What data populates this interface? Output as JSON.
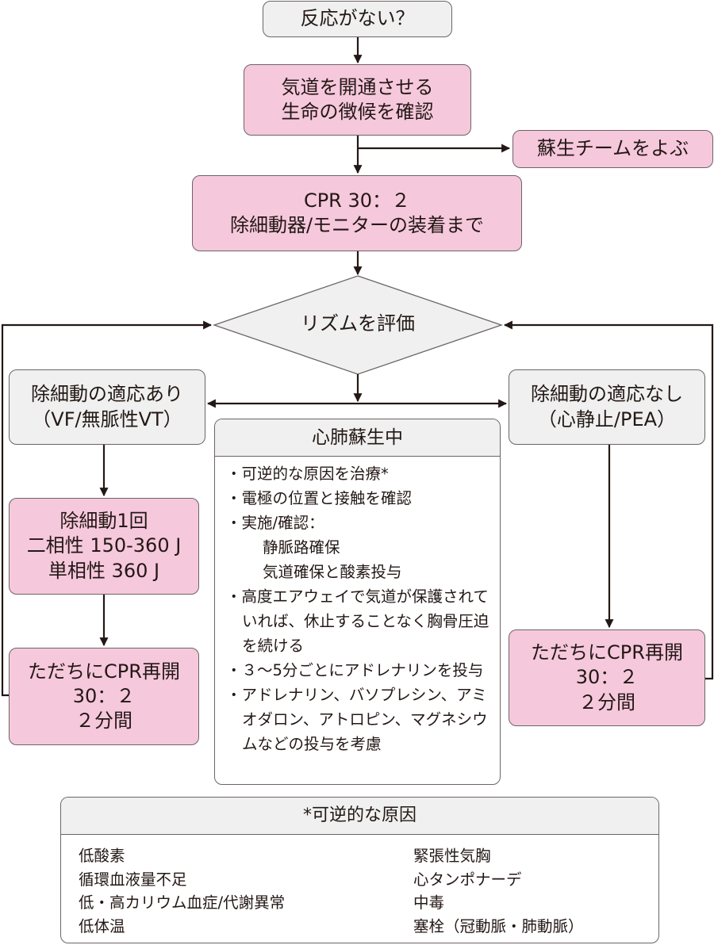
{
  "nodes": {
    "no_response": {
      "label": "反応がない？"
    },
    "open_airway": {
      "lines": [
        "気道を開通させる",
        "生命の徴候を確認"
      ]
    },
    "call_team": {
      "label": "蘇生チームをよぶ"
    },
    "cpr_start": {
      "lines": [
        "CPR 30：２",
        "除細動器/モニターの装着まで"
      ]
    },
    "assess_rhythm": {
      "label": "リズムを評価"
    },
    "shockable": {
      "lines": [
        "除細動の適応あり",
        "（VF/無脈性VT）"
      ]
    },
    "non_shockable": {
      "lines": [
        "除細動の適応なし",
        "（心静止/PEA）"
      ]
    },
    "defib_once": {
      "lines": [
        "除細動1回",
        "二相性 150-360 J",
        "単相性 360 J"
      ]
    },
    "resume_cpr_left": {
      "lines": [
        "ただちにCPR再開",
        "30：２",
        "２分間"
      ]
    },
    "resume_cpr_right": {
      "lines": [
        "ただちにCPR再開",
        "30：２",
        "２分間"
      ]
    }
  },
  "during_cpr": {
    "title": "心肺蘇生中",
    "items": [
      {
        "text": "・可逆的な原因を治療*"
      },
      {
        "text": "・電極の位置と接触を確認"
      },
      {
        "text": "・実施/確認："
      },
      {
        "text": "静脈路確保",
        "sub": true
      },
      {
        "text": "気道確保と酸素投与",
        "sub": true
      },
      {
        "text": "・高度エアウェイで気道が保護されていれば、休止することなく胸骨圧迫を続ける"
      },
      {
        "text": "・３～5分ごとにアドレナリンを投与"
      },
      {
        "text": "・アドレナリン、バソプレシン、アミオダロン、アトロピン、マグネシウムなどの投与を考慮"
      }
    ]
  },
  "reversible_causes": {
    "title": "*可逆的な原因",
    "left": [
      "低酸素",
      "循環血液量不足",
      "低・高カリウム血症/代謝異常",
      "低体温"
    ],
    "right": [
      "緊張性気胸",
      "心タンポナーデ",
      "中毒",
      "塞栓（冠動脈・肺動脈）"
    ]
  },
  "colors": {
    "action_fill": "#f6c8dc",
    "decision_fill": "#eff0ef",
    "border": "#6d6466",
    "arrow": "#231815"
  }
}
